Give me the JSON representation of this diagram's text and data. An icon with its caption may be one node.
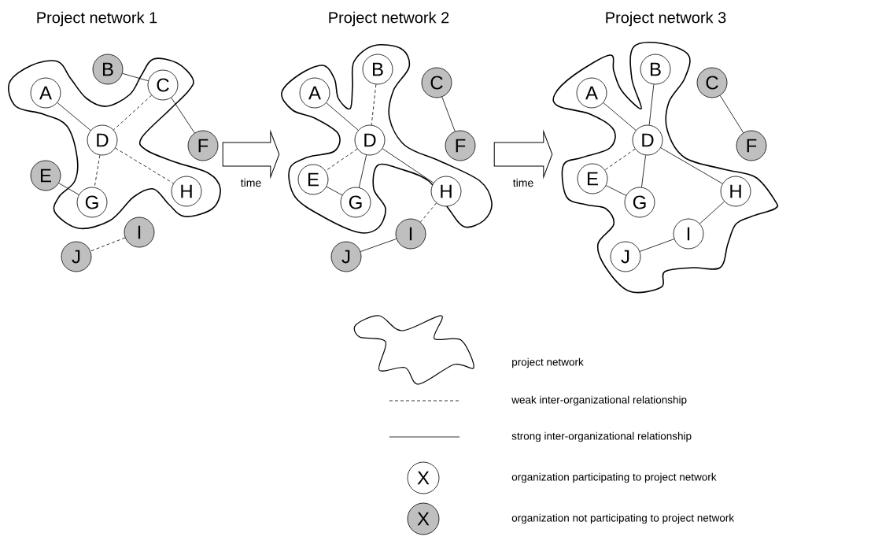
{
  "diagram": {
    "nodes": [
      {
        "text": [],
        "shape": "cloud"
      },
      {
        "text": [
          "A"
        ],
        "in": 0
      },
      {
        "text": [
          "B"
        ]
      },
      {
        "text": [
          "C"
        ],
        "in": 0
      },
      {
        "text": [
          "D"
        ],
        "in": 0
      },
      {
        "text": [
          "E"
        ]
      },
      {
        "text": [
          "F"
        ]
      },
      {
        "text": [
          "G"
        ],
        "in": 0
      },
      {
        "text": [
          "H"
        ],
        "in": 0
      },
      {
        "text": [
          "I"
        ]
      },
      {
        "text": [
          "J"
        ]
      },
      {
        "text": [],
        "shape": "cloud"
      },
      {
        "text": [
          "A"
        ],
        "in": 11
      },
      {
        "text": [
          "B"
        ],
        "in": 11
      },
      {
        "text": [
          "C"
        ]
      },
      {
        "text": [
          "D"
        ],
        "in": 11
      },
      {
        "text": [
          "E"
        ],
        "in": 11
      },
      {
        "text": [
          "F"
        ]
      },
      {
        "text": [
          "G"
        ],
        "in": 11
      },
      {
        "text": [
          "H"
        ],
        "in": 11
      },
      {
        "text": [
          "I"
        ]
      },
      {
        "text": [
          "J"
        ]
      },
      {
        "text": [],
        "shape": "cloud"
      },
      {
        "text": [
          "A"
        ],
        "in": 22
      },
      {
        "text": [
          "B"
        ],
        "in": 22
      },
      {
        "text": [
          "C"
        ]
      },
      {
        "text": [
          "D"
        ],
        "in": 22
      },
      {
        "text": [
          "E"
        ],
        "in": 22
      },
      {
        "text": [
          "F"
        ]
      },
      {
        "text": [
          "G"
        ],
        "in": 22
      },
      {
        "text": [
          "H"
        ],
        "in": 22
      },
      {
        "text": [
          "I"
        ],
        "in": 22
      },
      {
        "text": [
          "J"
        ],
        "in": 22
      }
    ],
    "edges": [
      {
        "from": 1,
        "to": 4,
        "arrow": "none"
      },
      {
        "from": 2,
        "to": 3,
        "arrow": "none"
      },
      {
        "from": 3,
        "to": 4,
        "arrow": "none",
        "style": "dashed"
      },
      {
        "from": 3,
        "to": 6,
        "arrow": "none"
      },
      {
        "from": 4,
        "to": 7,
        "arrow": "none",
        "style": "dashed"
      },
      {
        "from": 4,
        "to": 8,
        "arrow": "none",
        "style": "dashed"
      },
      {
        "from": 5,
        "to": 7,
        "arrow": "none"
      },
      {
        "from": 9,
        "to": 10,
        "arrow": "none",
        "style": "dashed"
      },
      {
        "from": 12,
        "to": 15,
        "arrow": "none"
      },
      {
        "from": 13,
        "to": 15,
        "arrow": "none",
        "style": "dashed"
      },
      {
        "from": 14,
        "to": 17,
        "arrow": "none"
      },
      {
        "from": 15,
        "to": 16,
        "arrow": "none",
        "style": "dashed"
      },
      {
        "from": 15,
        "to": 18,
        "arrow": "none"
      },
      {
        "from": 15,
        "to": 19,
        "arrow": "none"
      },
      {
        "from": 16,
        "to": 18,
        "arrow": "none"
      },
      {
        "from": 19,
        "to": 20,
        "arrow": "none",
        "style": "dashed"
      },
      {
        "from": 20,
        "to": 21,
        "arrow": "none"
      },
      {
        "from": 23,
        "to": 26,
        "arrow": "none"
      },
      {
        "from": 24,
        "to": 26,
        "arrow": "none"
      },
      {
        "from": 25,
        "to": 28,
        "arrow": "none"
      },
      {
        "from": 26,
        "to": 27,
        "arrow": "none",
        "style": "dashed"
      },
      {
        "from": 26,
        "to": 29,
        "arrow": "none"
      },
      {
        "from": 26,
        "to": 30,
        "arrow": "none"
      },
      {
        "from": 27,
        "to": 29,
        "arrow": "none"
      },
      {
        "from": 30,
        "to": 31,
        "arrow": "none"
      },
      {
        "from": 31,
        "to": 32,
        "arrow": "none"
      },
      {
        "from": 0,
        "to": 11,
        "arrow": "to",
        "label": "time",
        "style": "thick"
      },
      {
        "from": 11,
        "to": 22,
        "arrow": "to",
        "label": "time",
        "style": "thick"
      }
    ],
    "labels": [
      "Project network 1",
      "Project network 2",
      "Project network 3",
      "X",
      "X"
    ],
    "legend": [
      {
        "text": "project network"
      },
      {
        "text": "weak inter-organizational relationship"
      },
      {
        "text": "strong inter-organizational relationship"
      },
      {
        "text": "organization participating to project network"
      },
      {
        "text": "organization not participating to project network"
      }
    ]
  }
}
